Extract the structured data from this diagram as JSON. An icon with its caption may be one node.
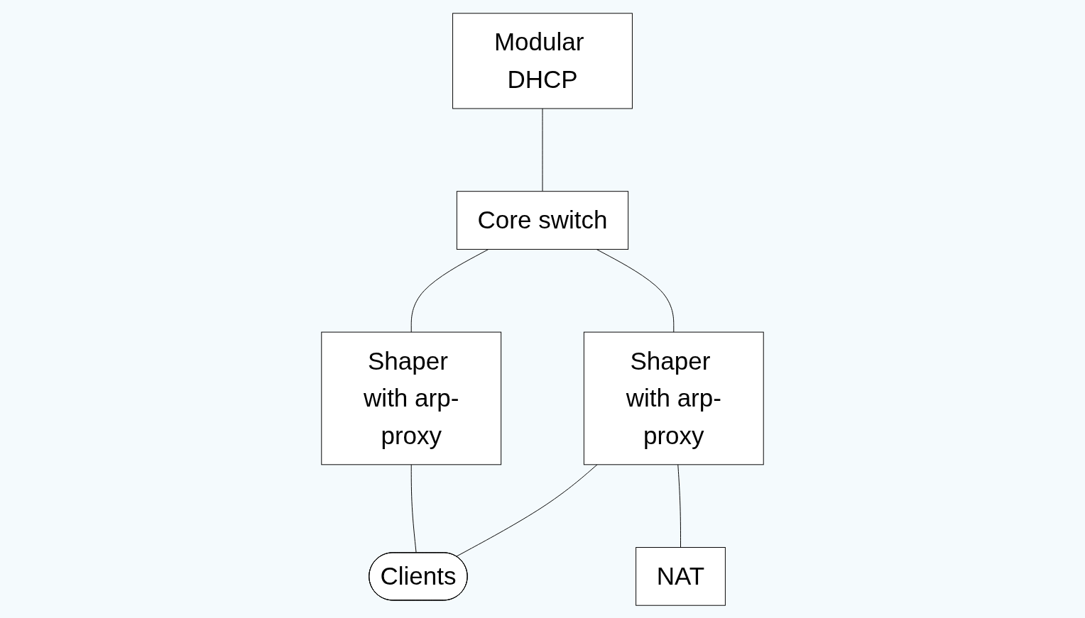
{
  "diagram": {
    "nodes": [
      {
        "text": [
          "Modular DHCP"
        ]
      },
      {
        "text": [
          "Core switch"
        ]
      },
      {
        "text": [
          "Shaper with arp-proxy"
        ]
      },
      {
        "text": [
          "Shaper with arp-proxy"
        ]
      },
      {
        "text": [
          "NAT"
        ]
      },
      {
        "text": [
          "Clients"
        ]
      }
    ],
    "edges": [
      {
        "from": 0,
        "to": 1,
        "arrow": "none"
      },
      {
        "from": 1,
        "to": 2,
        "arrow": "none"
      },
      {
        "from": 1,
        "to": 3,
        "arrow": "none"
      },
      {
        "from": 3,
        "to": 4,
        "arrow": "none"
      },
      {
        "from": 2,
        "to": 5,
        "arrow": "none"
      },
      {
        "from": 3,
        "to": 5,
        "arrow": "none"
      }
    ]
  }
}
